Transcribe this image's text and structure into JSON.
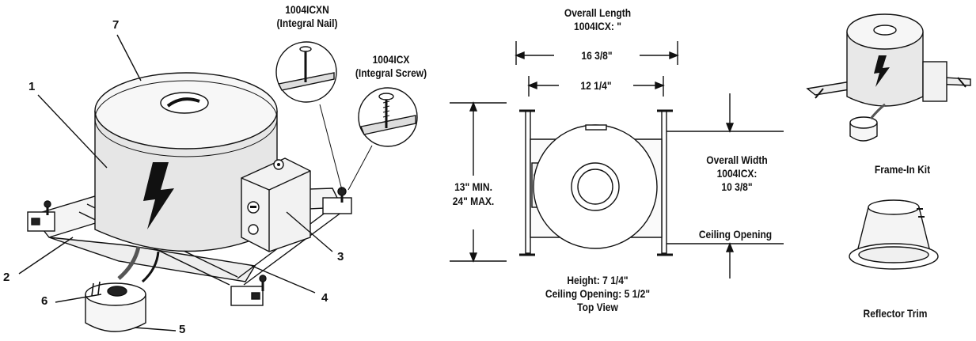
{
  "callouts": {
    "n1": "1",
    "n2": "2",
    "n3": "3",
    "n4": "4",
    "n5": "5",
    "n6": "6",
    "n7": "7"
  },
  "fasteners": {
    "nail_model": "1004ICXN",
    "nail_desc": "(Integral Nail)",
    "screw_model": "1004ICX",
    "screw_desc": "(Integral Screw)"
  },
  "top_view": {
    "overall_length_title": "Overall Length",
    "overall_length_model": "1004ICX: \"",
    "length_outer": "16 3/8\"",
    "length_inner": "12 1/4\"",
    "height_min": "13\" MIN.",
    "height_max": "24\" MAX.",
    "overall_width_title": "Overall Width",
    "overall_width_model": "1004ICX:",
    "overall_width_value": "10 3/8\"",
    "ceiling_opening": "Ceiling Opening",
    "height": "Height: 7 1/4\"",
    "ceiling_opening_size": "Ceiling Opening:  5 1/2\"",
    "caption": "Top View"
  },
  "side_items": {
    "frame_in_kit": "Frame-In Kit",
    "reflector_trim": "Reflector Trim"
  }
}
